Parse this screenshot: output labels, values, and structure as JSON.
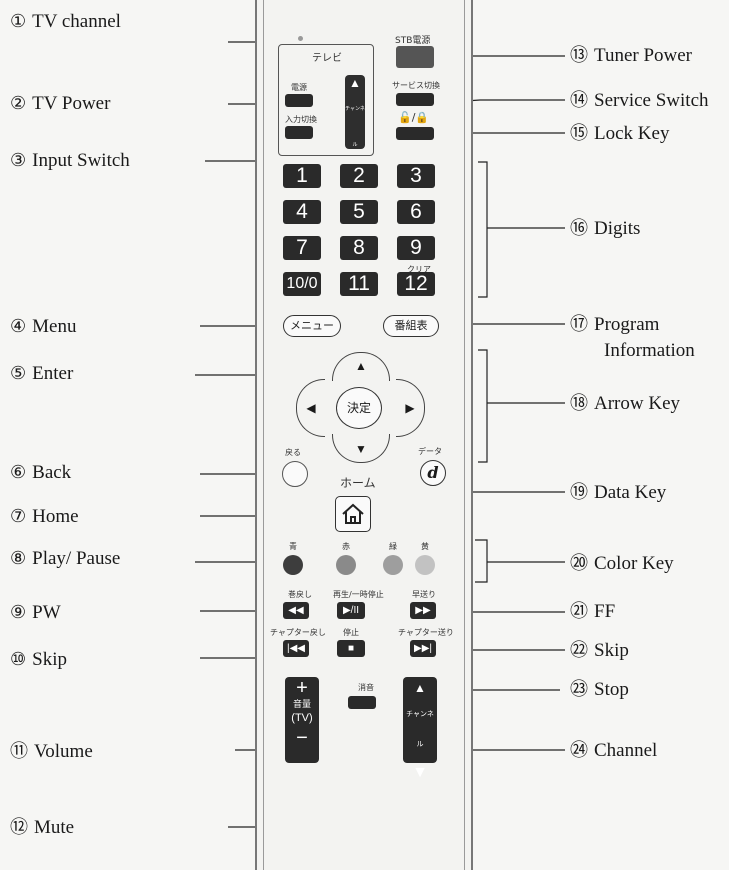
{
  "remote": {
    "top_label": "テレビ",
    "stb_power": "STB電源",
    "service_switch": "サービス切換",
    "lock_glyph": "🔓/🔒",
    "tv_power": "電源",
    "input_switch": "入力切換",
    "channel_rocker": "チャンネル",
    "digits": [
      "1",
      "2",
      "3",
      "4",
      "5",
      "6",
      "7",
      "8",
      "9",
      "10/0",
      "11",
      "12"
    ],
    "clear": "クリア",
    "menu": "メニュー",
    "program_guide": "番組表",
    "enter": "決定",
    "back": "戻る",
    "home": "ホーム",
    "data": "データ",
    "data_glyph": "d",
    "colors": [
      "青",
      "赤",
      "緑",
      "黄"
    ],
    "rewind": "巻戻し",
    "play_pause": "再生/一時停止",
    "fast_forward": "早送り",
    "chapter_back": "チャプター戻し",
    "stop": "停止",
    "chapter_forward": "チャプター送り",
    "volume_glyph": "音量",
    "volume_tv": "(TV)",
    "mute": "消音",
    "channel_bottom": "チャンネル",
    "play_pause_glyph": "▶/II"
  },
  "labels": {
    "left": [
      {
        "num": "①",
        "text": "TV channel"
      },
      {
        "num": "②",
        "text": "TV Power"
      },
      {
        "num": "③",
        "text": "Input Switch"
      },
      {
        "num": "④",
        "text": "Menu"
      },
      {
        "num": "⑤",
        "text": "Enter"
      },
      {
        "num": "⑥",
        "text": "Back"
      },
      {
        "num": "⑦",
        "text": "Home"
      },
      {
        "num": "⑧",
        "text": "Play/ Pause"
      },
      {
        "num": "⑨",
        "text": "PW"
      },
      {
        "num": "⑩",
        "text": "Skip"
      },
      {
        "num": "⑪",
        "text": "Volume"
      },
      {
        "num": "⑫",
        "text": "Mute"
      }
    ],
    "right": [
      {
        "num": "⑬",
        "text": "Tuner Power"
      },
      {
        "num": "⑭",
        "text": "Service Switch"
      },
      {
        "num": "⑮",
        "text": "Lock Key"
      },
      {
        "num": "⑯",
        "text": "Digits"
      },
      {
        "num": "⑰",
        "text": "Program"
      },
      {
        "num": "⑱",
        "text": "Arrow Key"
      },
      {
        "num": "⑲",
        "text": "Data Key"
      },
      {
        "num": "⑳",
        "text": "Color Key"
      },
      {
        "num": "㉑",
        "text": "FF"
      },
      {
        "num": "㉒",
        "text": "Skip"
      },
      {
        "num": "㉓",
        "text": "Stop"
      },
      {
        "num": "㉔",
        "text": "Channel"
      }
    ],
    "program_line2": "Information"
  },
  "colors": {
    "blue": "#3d3d3d",
    "red": "#8a8a8a",
    "green": "#9e9e9e",
    "yellow": "#c2c2c2",
    "key": "#2a2a2a"
  }
}
